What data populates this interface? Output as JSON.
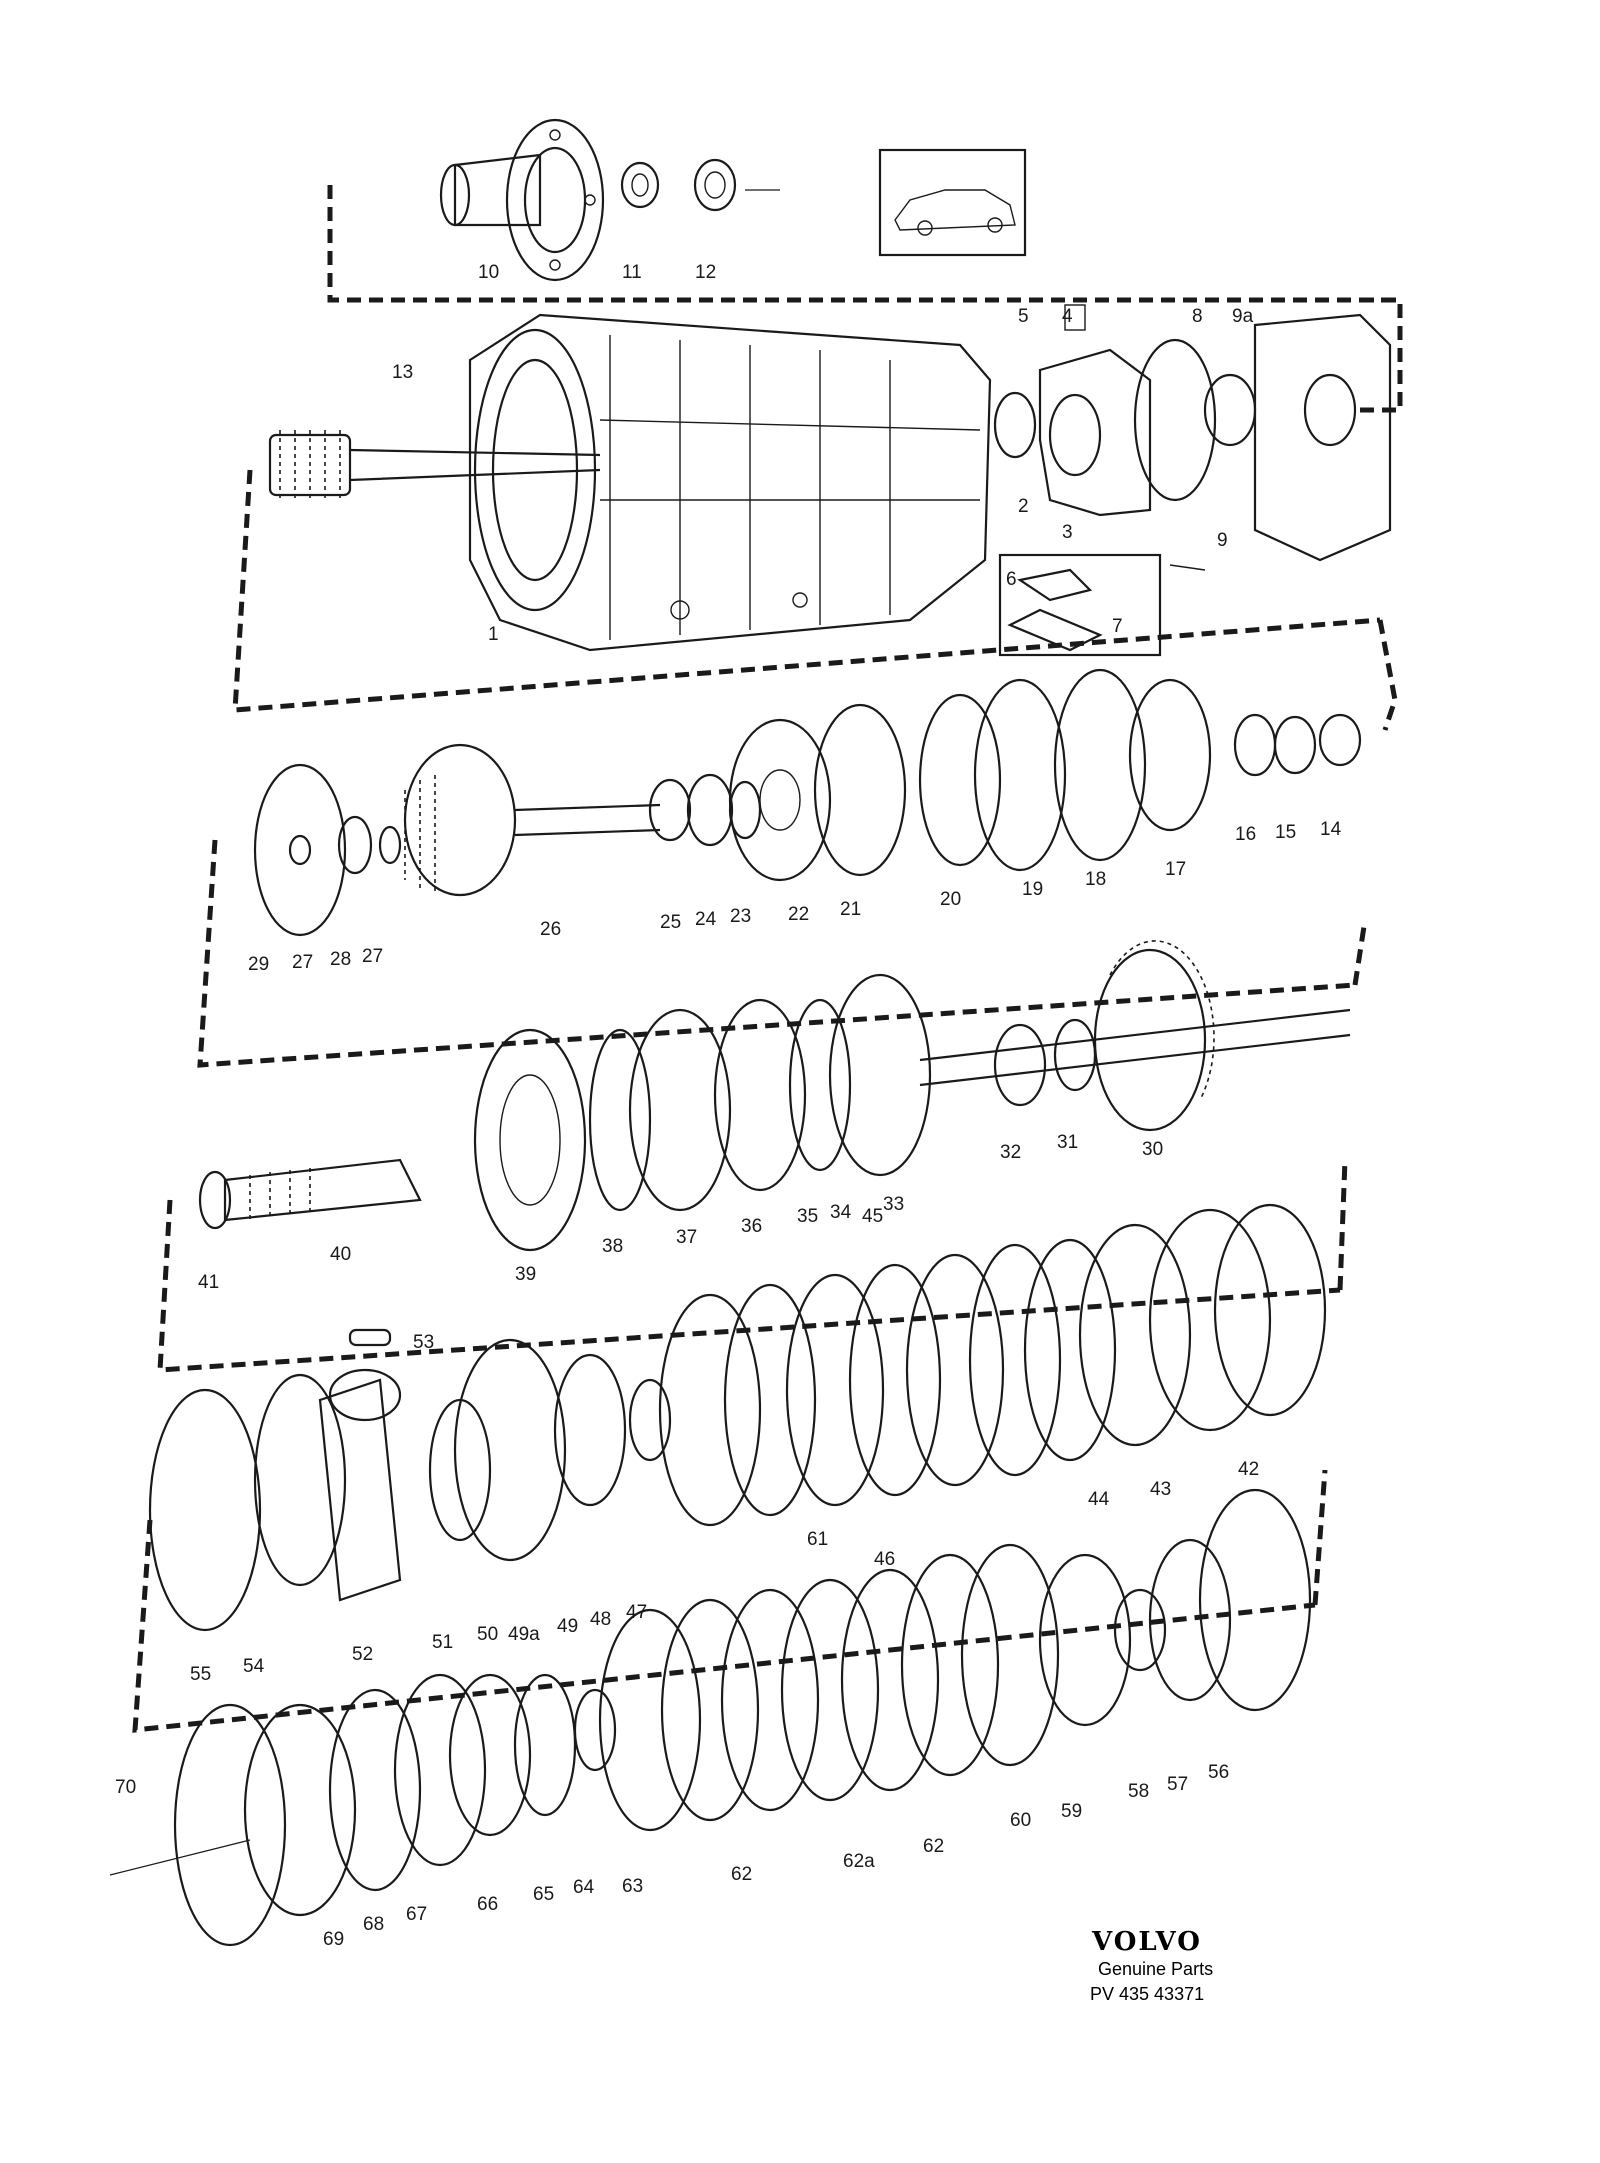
{
  "diagram": {
    "callouts": [
      {
        "id": "10",
        "text": "10"
      },
      {
        "id": "11",
        "text": "11"
      },
      {
        "id": "12",
        "text": "12"
      },
      {
        "id": "5",
        "text": "5"
      },
      {
        "id": "4",
        "text": "4"
      },
      {
        "id": "8",
        "text": "8"
      },
      {
        "id": "9a",
        "text": "9a"
      },
      {
        "id": "13",
        "text": "13"
      },
      {
        "id": "2",
        "text": "2"
      },
      {
        "id": "3",
        "text": "3"
      },
      {
        "id": "1",
        "text": "1"
      },
      {
        "id": "6",
        "text": "6"
      },
      {
        "id": "7",
        "text": "7"
      },
      {
        "id": "9",
        "text": "9"
      },
      {
        "id": "29",
        "text": "29"
      },
      {
        "id": "27a",
        "text": "27"
      },
      {
        "id": "28",
        "text": "28"
      },
      {
        "id": "27b",
        "text": "27"
      },
      {
        "id": "26",
        "text": "26"
      },
      {
        "id": "25",
        "text": "25"
      },
      {
        "id": "24",
        "text": "24"
      },
      {
        "id": "23",
        "text": "23"
      },
      {
        "id": "22",
        "text": "22"
      },
      {
        "id": "21",
        "text": "21"
      },
      {
        "id": "20",
        "text": "20"
      },
      {
        "id": "19",
        "text": "19"
      },
      {
        "id": "18",
        "text": "18"
      },
      {
        "id": "17",
        "text": "17"
      },
      {
        "id": "16",
        "text": "16"
      },
      {
        "id": "15",
        "text": "15"
      },
      {
        "id": "14",
        "text": "14"
      },
      {
        "id": "41",
        "text": "41"
      },
      {
        "id": "40",
        "text": "40"
      },
      {
        "id": "39",
        "text": "39"
      },
      {
        "id": "38",
        "text": "38"
      },
      {
        "id": "37",
        "text": "37"
      },
      {
        "id": "36",
        "text": "36"
      },
      {
        "id": "35",
        "text": "35"
      },
      {
        "id": "34",
        "text": "34"
      },
      {
        "id": "33",
        "text": "33"
      },
      {
        "id": "32",
        "text": "32"
      },
      {
        "id": "31",
        "text": "31"
      },
      {
        "id": "30",
        "text": "30"
      },
      {
        "id": "45",
        "text": "45"
      },
      {
        "id": "53",
        "text": "53"
      },
      {
        "id": "55",
        "text": "55"
      },
      {
        "id": "54",
        "text": "54"
      },
      {
        "id": "52",
        "text": "52"
      },
      {
        "id": "51",
        "text": "51"
      },
      {
        "id": "50",
        "text": "50"
      },
      {
        "id": "49a",
        "text": "49a"
      },
      {
        "id": "49",
        "text": "49"
      },
      {
        "id": "48",
        "text": "48"
      },
      {
        "id": "47",
        "text": "47"
      },
      {
        "id": "46",
        "text": "46"
      },
      {
        "id": "44",
        "text": "44"
      },
      {
        "id": "43",
        "text": "43"
      },
      {
        "id": "42",
        "text": "42"
      },
      {
        "id": "61",
        "text": "61"
      },
      {
        "id": "70",
        "text": "70"
      },
      {
        "id": "69",
        "text": "69"
      },
      {
        "id": "68",
        "text": "68"
      },
      {
        "id": "67",
        "text": "67"
      },
      {
        "id": "66",
        "text": "66"
      },
      {
        "id": "65",
        "text": "65"
      },
      {
        "id": "64",
        "text": "64"
      },
      {
        "id": "63",
        "text": "63"
      },
      {
        "id": "62a",
        "text": "62"
      },
      {
        "id": "62b",
        "text": "62a"
      },
      {
        "id": "62c",
        "text": "62"
      },
      {
        "id": "60",
        "text": "60"
      },
      {
        "id": "59",
        "text": "59"
      },
      {
        "id": "58",
        "text": "58"
      },
      {
        "id": "57",
        "text": "57"
      },
      {
        "id": "56",
        "text": "56"
      }
    ]
  },
  "brand": {
    "logo": "VOLVO",
    "tagline": "Genuine Parts",
    "reference": "PV 435 43371"
  }
}
